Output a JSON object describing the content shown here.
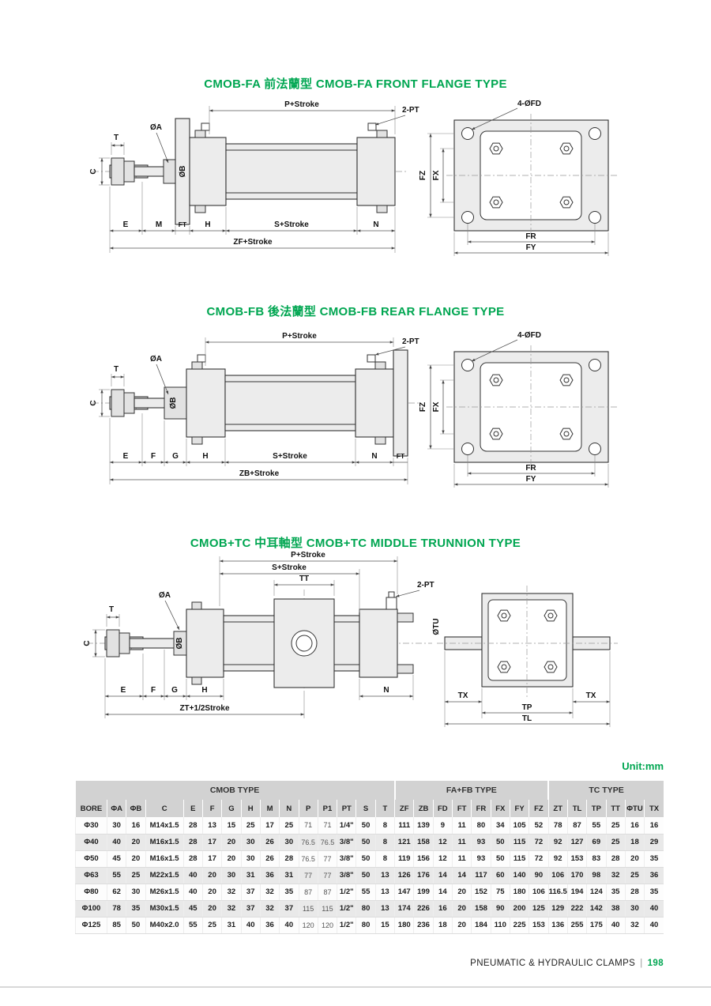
{
  "page": {
    "unit_label": "Unit:mm",
    "accent_color": "#00a651"
  },
  "sections": [
    {
      "title": "CMOB-FA  前法蘭型 CMOB-FA FRONT FLANGE TYPE"
    },
    {
      "title": "CMOB-FB  後法蘭型 CMOB-FB REAR FLANGE TYPE"
    },
    {
      "title": "CMOB+TC 中耳軸型 CMOB+TC MIDDLE TRUNNION TYPE"
    }
  ],
  "diagrams": {
    "labels": {
      "oa": "ØA",
      "ob": "ØB",
      "t": "T",
      "c": "C",
      "p_stroke": "P+Stroke",
      "s_stroke": "S+Stroke",
      "pt2": "2-PT",
      "fd4": "4-ØFD",
      "e": "E",
      "f": "F",
      "g": "G",
      "h": "H",
      "m": "M",
      "n": "N",
      "ft": "FT",
      "zf_stroke": "ZF+Stroke",
      "zb_stroke": "ZB+Stroke",
      "zt_stroke": "ZT+1/2Stroke",
      "fz": "FZ",
      "fx": "FX",
      "fr": "FR",
      "fy": "FY",
      "tt": "TT",
      "otu": "ØTU",
      "tx": "TX",
      "tp": "TP",
      "tl": "TL"
    }
  },
  "table": {
    "group_headers": [
      {
        "label": "CMOB TYPE",
        "span": 15
      },
      {
        "label": "FA+FB TYPE",
        "span": 8
      },
      {
        "label": "TC TYPE",
        "span": 6
      }
    ],
    "columns": [
      "BORE",
      "ΦA",
      "ΦB",
      "C",
      "E",
      "F",
      "G",
      "H",
      "M",
      "N",
      "P",
      "P1",
      "PT",
      "S",
      "T",
      "ZF",
      "ZB",
      "FD",
      "FT",
      "FR",
      "FX",
      "FY",
      "FZ",
      "ZT",
      "TL",
      "TP",
      "TT",
      "ΦTU",
      "TX"
    ],
    "rows": [
      [
        "Φ30",
        "30",
        "16",
        "M14x1.5",
        "28",
        "13",
        "15",
        "25",
        "17",
        "25",
        "71",
        "71",
        "1/4\"",
        "50",
        "8",
        "111",
        "139",
        "9",
        "11",
        "80",
        "34",
        "105",
        "52",
        "78",
        "87",
        "55",
        "25",
        "16",
        "16"
      ],
      [
        "Φ40",
        "40",
        "20",
        "M16x1.5",
        "28",
        "17",
        "20",
        "30",
        "26",
        "30",
        "76.5",
        "76.5",
        "3/8\"",
        "50",
        "8",
        "121",
        "158",
        "12",
        "11",
        "93",
        "50",
        "115",
        "72",
        "92",
        "127",
        "69",
        "25",
        "18",
        "29"
      ],
      [
        "Φ50",
        "45",
        "20",
        "M16x1.5",
        "28",
        "17",
        "20",
        "30",
        "26",
        "28",
        "76.5",
        "77",
        "3/8\"",
        "50",
        "8",
        "119",
        "156",
        "12",
        "11",
        "93",
        "50",
        "115",
        "72",
        "92",
        "153",
        "83",
        "28",
        "20",
        "35"
      ],
      [
        "Φ63",
        "55",
        "25",
        "M22x1.5",
        "40",
        "20",
        "30",
        "31",
        "36",
        "31",
        "77",
        "77",
        "3/8\"",
        "50",
        "13",
        "126",
        "176",
        "14",
        "14",
        "117",
        "60",
        "140",
        "90",
        "106",
        "170",
        "98",
        "32",
        "25",
        "36"
      ],
      [
        "Φ80",
        "62",
        "30",
        "M26x1.5",
        "40",
        "20",
        "32",
        "37",
        "32",
        "35",
        "87",
        "87",
        "1/2\"",
        "55",
        "13",
        "147",
        "199",
        "14",
        "20",
        "152",
        "75",
        "180",
        "106",
        "116.5",
        "194",
        "124",
        "35",
        "28",
        "35"
      ],
      [
        "Φ100",
        "78",
        "35",
        "M30x1.5",
        "45",
        "20",
        "32",
        "37",
        "32",
        "37",
        "115",
        "115",
        "1/2\"",
        "80",
        "13",
        "174",
        "226",
        "16",
        "20",
        "158",
        "90",
        "200",
        "125",
        "129",
        "222",
        "142",
        "38",
        "30",
        "40"
      ],
      [
        "Φ125",
        "85",
        "50",
        "M40x2.0",
        "55",
        "25",
        "31",
        "40",
        "36",
        "40",
        "120",
        "120",
        "1/2\"",
        "80",
        "15",
        "180",
        "236",
        "18",
        "20",
        "184",
        "110",
        "225",
        "153",
        "136",
        "255",
        "175",
        "40",
        "32",
        "40"
      ]
    ]
  },
  "footer": {
    "text": "PNEUMATIC & HYDRAULIC CLAMPS",
    "separator": "|",
    "page": "198"
  }
}
